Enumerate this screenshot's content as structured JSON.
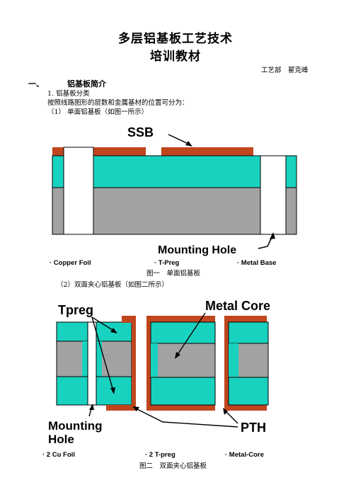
{
  "title_line1": "多层铝基板工艺技术",
  "title_line2": "培训教材",
  "author": "工艺部　翟克峰",
  "section1": {
    "number": "一、",
    "title": "铝基板简介"
  },
  "item1": "1. 铝基板分类",
  "desc": "按照线路图形的层数和金属基材的位置可分为：",
  "sub1": "（1）  单面铝基板（如图一所示）",
  "fig1": {
    "label_ssb": "SSB",
    "label_mounting": "Mounting Hole",
    "legend": [
      "· Copper Foil",
      "· T-Preg",
      "· Metal Base"
    ],
    "caption": "图一　单面铝基板"
  },
  "sub2": "（2）双面夹心铝基板（如图二所示）",
  "fig2": {
    "label_tpreg": "Tpreg",
    "label_metalcore": "Metal Core",
    "label_mounting_1": "Mounting",
    "label_mounting_2": "Hole",
    "label_pth": "PTH",
    "legend": [
      "· 2 Cu Foil",
      "· 2 T-preg",
      "· Metal-Core"
    ],
    "caption": "图二　双面夹心铝基板"
  },
  "colors": {
    "copper": "#c0461e",
    "tpreg": "#18d2c0",
    "metal": "#a2a2a2"
  }
}
